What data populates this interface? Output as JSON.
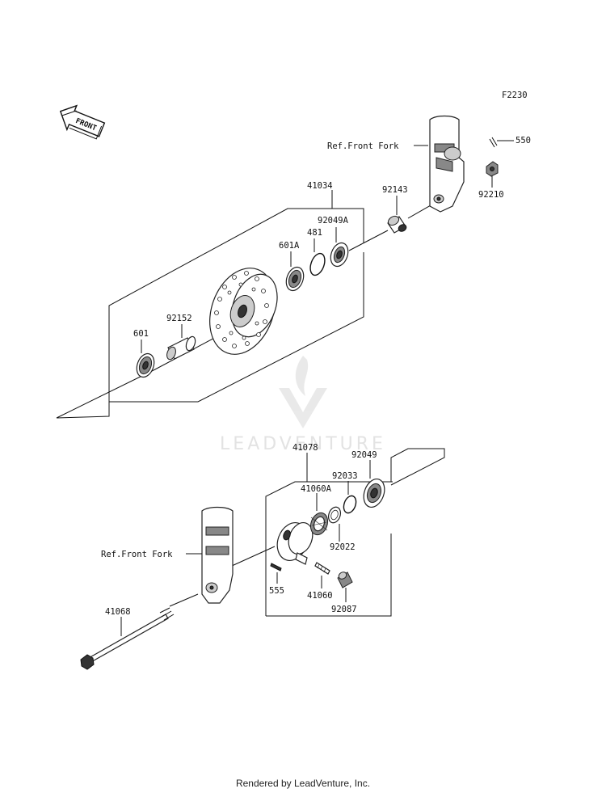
{
  "figure_code": "F2230",
  "front_arrow_label": "FRONT",
  "watermark": "LEADVENTURE",
  "footer": "Rendered by LeadVenture, Inc.",
  "upper_group": {
    "assembly": "41034",
    "ref_label": "Ref.Front Fork",
    "parts": [
      "550",
      "92210",
      "92143",
      "92049A",
      "481",
      "601A",
      "92152",
      "601"
    ]
  },
  "lower_group": {
    "assembly": "41078",
    "ref_label": "Ref.Front Fork",
    "parts": [
      "92049",
      "92033",
      "41060A",
      "92022",
      "555",
      "41060",
      "92087",
      "41068"
    ]
  }
}
